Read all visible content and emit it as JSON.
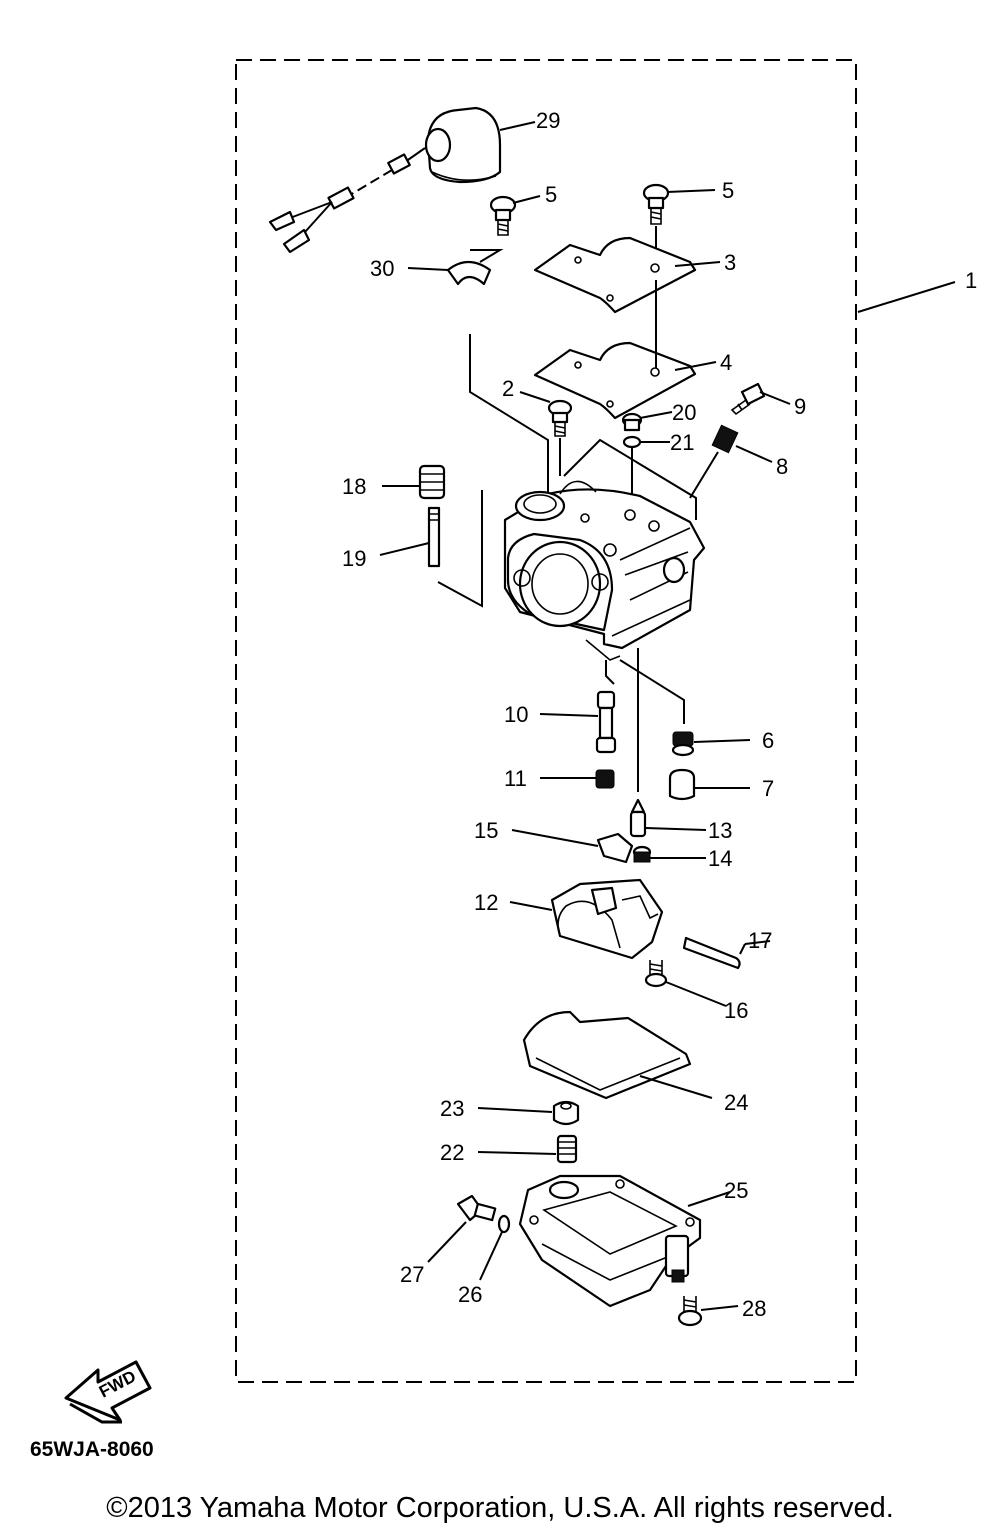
{
  "part_labels": [
    "1",
    "2",
    "3",
    "4",
    "5",
    "5",
    "6",
    "7",
    "8",
    "9",
    "10",
    "11",
    "12",
    "13",
    "14",
    "15",
    "16",
    "17",
    "18",
    "19",
    "20",
    "21",
    "22",
    "23",
    "24",
    "25",
    "26",
    "27",
    "28",
    "29",
    "30"
  ],
  "fwd_label": "FWD",
  "diagram_code": "65WJA-8060",
  "copyright": "©2013 Yamaha Motor Corporation, U.S.A. All rights reserved."
}
